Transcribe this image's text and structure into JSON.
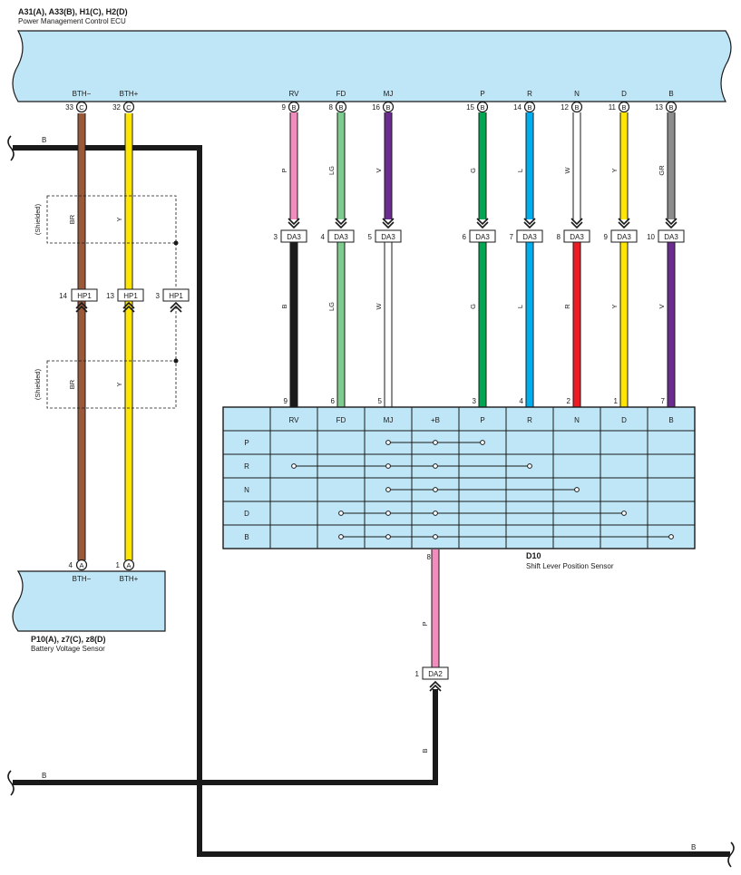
{
  "ecu": {
    "codes": "A31(A), A33(B), H1(C), H2(D)",
    "name": "Power Management Control ECU"
  },
  "battery_sensor": {
    "codes": "P10(A), z7(C), z8(D)",
    "name": "Battery Voltage Sensor"
  },
  "shift_sensor": {
    "code": "D10",
    "name": "Shift Lever Position Sensor"
  },
  "ecu_pins": [
    {
      "label": "BTH−",
      "num": "33",
      "conn": "C",
      "wire": "BR",
      "color": "#9a5a3a"
    },
    {
      "label": "BTH+",
      "num": "32",
      "conn": "C",
      "wire": "Y",
      "color": "#ffe600"
    },
    {
      "label": "RV",
      "num": "9",
      "conn": "B",
      "wire": "P",
      "color": "#f28cbf"
    },
    {
      "label": "FD",
      "num": "8",
      "conn": "B",
      "wire": "LG",
      "color": "#7ecb8f"
    },
    {
      "label": "MJ",
      "num": "16",
      "conn": "B",
      "wire": "V",
      "color": "#6a2d8f"
    },
    {
      "label": "P",
      "num": "15",
      "conn": "B",
      "wire": "G",
      "color": "#00a651"
    },
    {
      "label": "R",
      "num": "14",
      "conn": "B",
      "wire": "L",
      "color": "#00aeef"
    },
    {
      "label": "N",
      "num": "12",
      "conn": "B",
      "wire": "W",
      "color": "#ffffff"
    },
    {
      "label": "D",
      "num": "11",
      "conn": "B",
      "wire": "Y",
      "color": "#ffe600"
    },
    {
      "label": "B",
      "num": "13",
      "conn": "B",
      "wire": "GR",
      "color": "#8c8c8c"
    }
  ],
  "da3_connectors": [
    {
      "num": "3",
      "name": "DA3",
      "lower_wire": "B",
      "lower_color": "#1a1a1a",
      "sensor_pin": "9"
    },
    {
      "num": "4",
      "name": "DA3",
      "lower_wire": "LG",
      "lower_color": "#7ecb8f",
      "sensor_pin": "6"
    },
    {
      "num": "5",
      "name": "DA3",
      "lower_wire": "W",
      "lower_color": "#ffffff",
      "sensor_pin": "5"
    },
    {
      "num": "6",
      "name": "DA3",
      "lower_wire": "G",
      "lower_color": "#00a651",
      "sensor_pin": "3"
    },
    {
      "num": "7",
      "name": "DA3",
      "lower_wire": "L",
      "lower_color": "#00aeef",
      "sensor_pin": "4"
    },
    {
      "num": "8",
      "name": "DA3",
      "lower_wire": "R",
      "lower_color": "#ed1c24",
      "sensor_pin": "2"
    },
    {
      "num": "9",
      "name": "DA3",
      "lower_wire": "Y",
      "lower_color": "#ffe600",
      "sensor_pin": "1"
    },
    {
      "num": "10",
      "name": "DA3",
      "lower_wire": "V",
      "lower_color": "#6a2d8f",
      "sensor_pin": "7"
    }
  ],
  "hp1_connectors": [
    {
      "num": "14",
      "name": "HP1"
    },
    {
      "num": "13",
      "name": "HP1"
    },
    {
      "num": "3",
      "name": "HP1"
    }
  ],
  "shielded_label": "(Shielded)",
  "shield_wires": [
    "BR",
    "Y"
  ],
  "battery_pins": [
    {
      "num": "4",
      "conn": "A",
      "label": "BTH−"
    },
    {
      "num": "1",
      "conn": "A",
      "label": "BTH+"
    }
  ],
  "switch_table": {
    "columns": [
      "RV",
      "FD",
      "MJ",
      "+B",
      "P",
      "R",
      "N",
      "D",
      "B"
    ],
    "rows": [
      "P",
      "R",
      "N",
      "D",
      "B"
    ]
  },
  "ground": {
    "sensor_pin": "8",
    "upper_wire": "P",
    "connector_num": "1",
    "connector_name": "DA2",
    "lower_wire": "B",
    "label": "B"
  },
  "colors": {
    "ecu_fill": "#bfe6f7",
    "table_fill": "#bfe6f7",
    "brown": "#9a5a3a",
    "yellow": "#ffe600",
    "pink": "#f28cbf",
    "black": "#1a1a1a"
  }
}
